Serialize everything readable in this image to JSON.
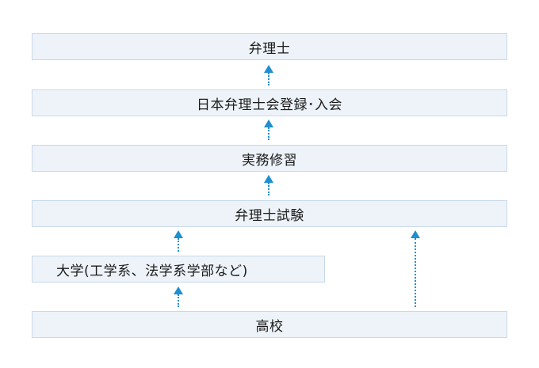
{
  "diagram": {
    "nodes": {
      "benrishi": "弁理士",
      "registration": "日本弁理士会登録･入会",
      "training": "実務修習",
      "exam": "弁理士試験",
      "university": "大学(工学系、法学系学部など)",
      "high_school": "高校"
    },
    "colors": {
      "box_fill": "#edf3f9",
      "box_border": "#c9d9e8",
      "arrow": "#1e8fd0"
    }
  }
}
